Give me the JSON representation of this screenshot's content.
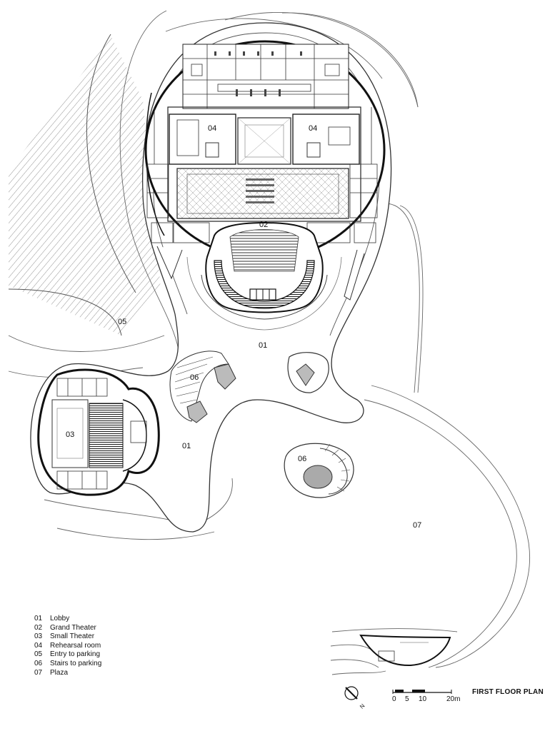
{
  "plan": {
    "title": "FIRST FLOOR PLAN",
    "room_labels": {
      "lobby_top": "01",
      "lobby_bottom": "01",
      "grand_theater": "02",
      "small_theater": "03",
      "rehearsal_left": "04",
      "rehearsal_right": "04",
      "parking_entry": "05",
      "stairs_left": "06",
      "stairs_right": "06",
      "plaza": "07"
    },
    "legend": [
      {
        "num": "01",
        "label": "Lobby"
      },
      {
        "num": "02",
        "label": "Grand Theater"
      },
      {
        "num": "03",
        "label": "Small Theater"
      },
      {
        "num": "04",
        "label": "Rehearsal room"
      },
      {
        "num": "05",
        "label": "Entry to parking"
      },
      {
        "num": "06",
        "label": "Stairs to parking"
      },
      {
        "num": "07",
        "label": "Plaza"
      }
    ],
    "scale": {
      "ticks": [
        "0",
        "5",
        "10",
        "20m"
      ]
    },
    "north": "N"
  }
}
